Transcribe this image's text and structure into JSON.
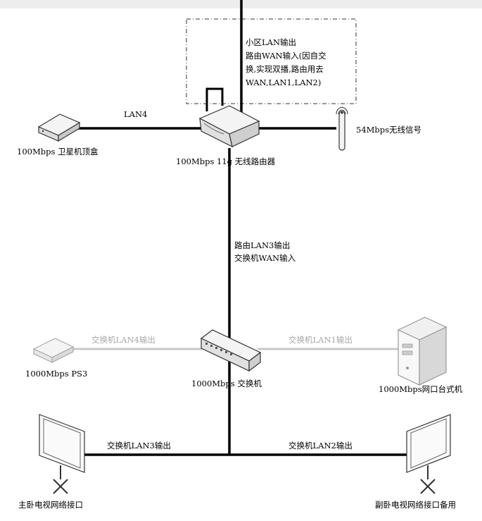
{
  "top_note": {
    "lines": [
      "小区LAN输出",
      "路由WAN输入(因自交",
      "换,实现双播,路由用去",
      "WAN,LAN1,LAN2)"
    ]
  },
  "devices": {
    "satellite_box": "100Mbps 卫星机顶盒",
    "router": "100Mbps 11g 无线路由器",
    "antenna": "54Mbps无线信号",
    "ps3": "1000Mbps PS3",
    "switch": "1000Mbps 交换机",
    "desktop": "1000Mbps网口台式机",
    "master_tv": "主卧电视网络接口",
    "second_tv": "副卧电视网络接口备用"
  },
  "links": {
    "lan4": "LAN4",
    "router_switch": [
      "路由LAN3输出",
      "交换机WAN输入"
    ],
    "switch_lan4": "交换机LAN4输出",
    "switch_lan1": "交换机LAN1输出",
    "switch_lan3": "交换机LAN3输出",
    "switch_lan2": "交换机LAN2输出"
  },
  "colors": {
    "line": "#000000",
    "faint_line": "#c8c8c8",
    "device_stroke": "#333333",
    "device_fill": "#f4f4f4"
  }
}
